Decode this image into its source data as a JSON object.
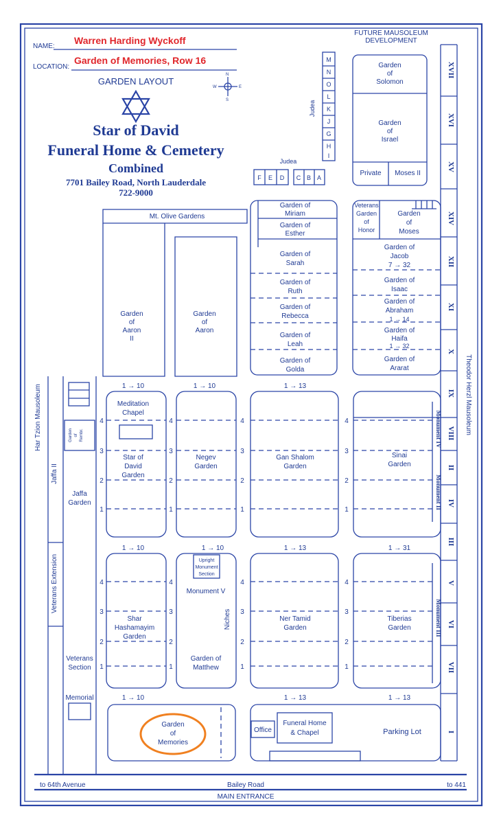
{
  "header": {
    "name_label": "NAME:",
    "name_value": "Warren Harding Wyckoff",
    "location_label": "LOCATION:",
    "location_value": "Garden of Memories, Row 16",
    "garden_layout": "GARDEN LAYOUT",
    "title_line1": "Star of David",
    "title_line2": "Funeral Home & Cemetery",
    "title_line3": "Combined",
    "address": "7701 Bailey Road, North Lauderdale",
    "phone": "722-9000",
    "compass": {
      "n": "N",
      "s": "S",
      "e": "E",
      "w": "W"
    }
  },
  "top": {
    "future_line1": "FUTURE MAUSOLEUM",
    "future_line2": "DEVELOPMENT",
    "judea": "Judea",
    "judea_letters_row": [
      "F",
      "E",
      "D",
      "C",
      "B",
      "A"
    ],
    "judea_letters_col": [
      "M",
      "N",
      "O",
      "L",
      "K",
      "J",
      "G",
      "H",
      "I"
    ],
    "solomon": [
      "Garden",
      "of",
      "Solomon"
    ],
    "israel": [
      "Garden",
      "of",
      "Israel"
    ],
    "private": "Private",
    "moses_ii": "Moses II",
    "roman_right": [
      "XVII",
      "XVI",
      "XV",
      "XIV",
      "XII",
      "XI",
      "X",
      "IX",
      "VIII",
      "II",
      "IV",
      "III",
      "V",
      "VI",
      "VII",
      "I"
    ]
  },
  "gardens_upper": {
    "mt_olive": "Mt. Olive Gardens",
    "aaron_ii": [
      "Garden",
      "of",
      "Aaron",
      "II"
    ],
    "aaron": [
      "Garden",
      "of",
      "Aaron"
    ],
    "miriam": [
      "Garden of",
      "Miriam"
    ],
    "esther": [
      "Garden of",
      "Esther"
    ],
    "sarah": [
      "Garden of",
      "Sarah"
    ],
    "ruth": [
      "Garden of",
      "Ruth"
    ],
    "rebecca": [
      "Garden of",
      "Rebecca"
    ],
    "leah": [
      "Garden of",
      "Leah"
    ],
    "golda": [
      "Garden of",
      "Golda"
    ],
    "veterans_honor": [
      "Veterans",
      "Garden",
      "of",
      "Honor"
    ],
    "moses": [
      "Garden",
      "of",
      "Moses"
    ],
    "jacob": [
      "Garden of",
      "Jacob",
      "7 → 32"
    ],
    "isaac": [
      "Garden of",
      "Isaac"
    ],
    "abraham": [
      "Garden of",
      "Abraham",
      "1 → 14"
    ],
    "haifa": [
      "Garden of",
      "Haifa",
      "1 → 32"
    ],
    "ararat": [
      "Garden of",
      "Ararat"
    ]
  },
  "gardens_middle": {
    "range_a": "1 → 10",
    "range_b": "1 → 10",
    "range_c": "1 → 13",
    "meditation": [
      "Meditation",
      "Chapel"
    ],
    "star_of_david": [
      "Star of",
      "David",
      "Garden"
    ],
    "negev": [
      "Negev",
      "Garden"
    ],
    "gan_shalom": [
      "Gan Shalom",
      "Garden"
    ],
    "sinai": [
      "Sinai",
      "Garden"
    ],
    "monument_iv": "Monument IV",
    "monument_ii": "Monument II",
    "row_numbers": [
      "4",
      "3",
      "2",
      "1"
    ]
  },
  "left_side": {
    "har_tzion": "Har Tzion Mausoleum",
    "jaffa_ii": "Jaffa II",
    "jaffa_garden": [
      "Jaffa",
      "Garden"
    ],
    "garden_rembr": [
      "Garden",
      "of",
      "Rembr."
    ],
    "veterans_extension": "Veterans Extension",
    "veterans_section": [
      "Veterans",
      "Section"
    ],
    "memorial": "Memorial"
  },
  "gardens_lower": {
    "range_a": "1 → 10",
    "range_b": "1 → 10",
    "range_c": "1 → 13",
    "range_d": "1 → 31",
    "upright": [
      "Upright",
      "Monument",
      "Section"
    ],
    "monument_v": "Monument V",
    "shar": [
      "Shar",
      "Hashamayim",
      "Garden"
    ],
    "matthew": [
      "Garden of",
      "Matthew"
    ],
    "niches": "Niches",
    "ner_tamid": [
      "Ner Tamid",
      "Garden"
    ],
    "tiberias": [
      "Tiberias",
      "Garden"
    ],
    "monument_iii": "Monument III"
  },
  "bottom": {
    "range_a": "1 → 10",
    "range_c": "1 → 13",
    "range_d": "1 → 13",
    "memories": [
      "Garden",
      "of",
      "Memories"
    ],
    "office": "Office",
    "funeral_home": [
      "Funeral Home",
      "& Chapel"
    ],
    "parking": "Parking Lot",
    "to_64th": "to 64th Avenue",
    "bailey": "Bailey Road",
    "to_441": "to 441",
    "main_entrance": "MAIN ENTRANCE",
    "theodor": "Theodor Herzl Mausoleum"
  },
  "colors": {
    "ink": "#1f3a93",
    "highlight_text": "#e0262b",
    "highlight_circle": "#f08020"
  }
}
